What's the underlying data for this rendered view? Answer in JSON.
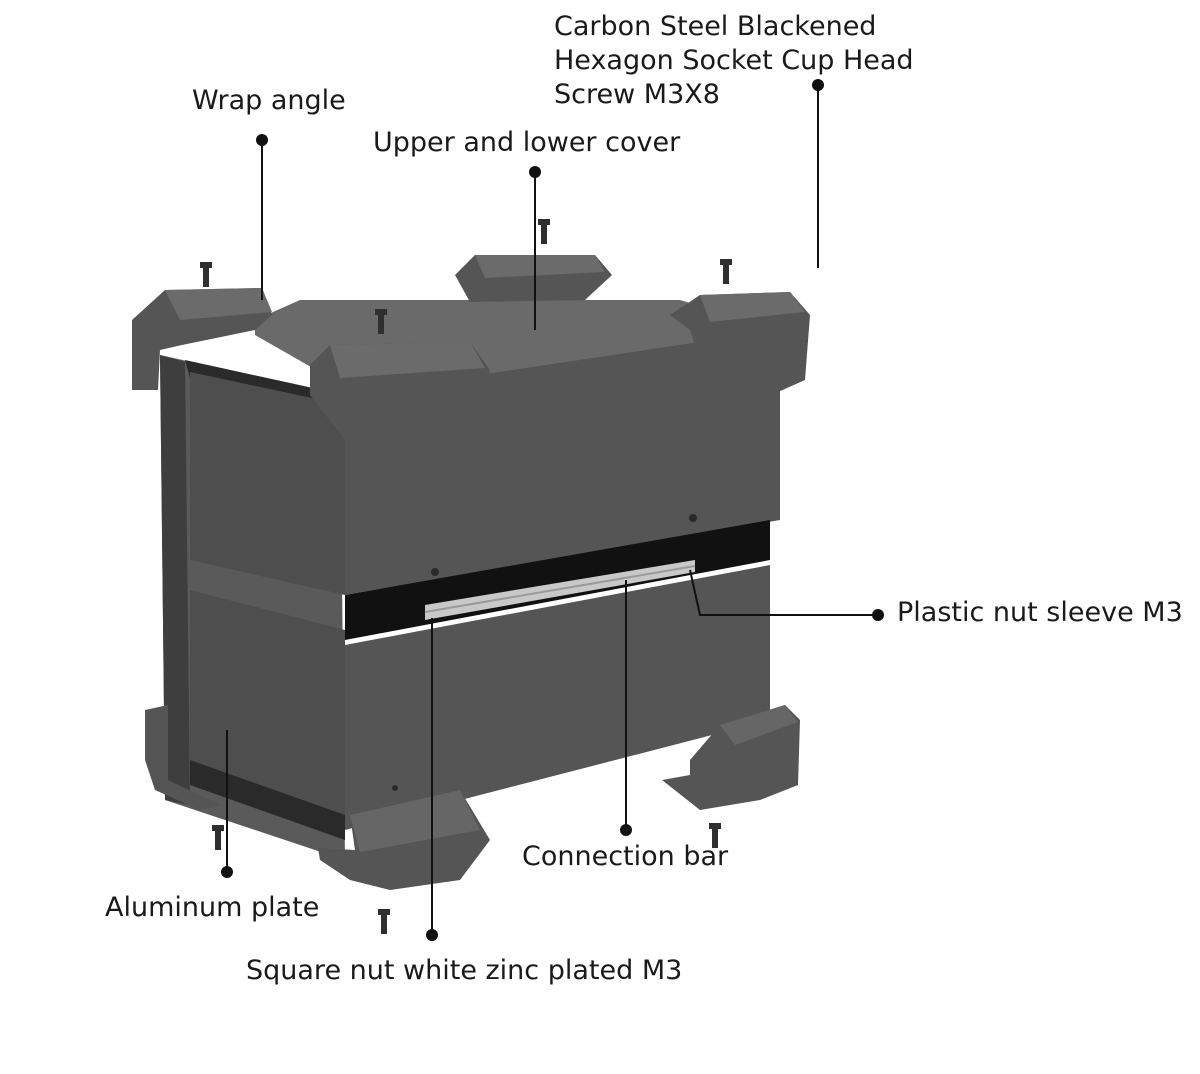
{
  "labels": {
    "screw_line1": "Carbon Steel Blackened",
    "screw_line2": "Hexagon Socket Cup Head",
    "screw_line3": "Screw M3X8",
    "wrap_angle": "Wrap angle",
    "upper_lower_cover": "Upper and lower cover",
    "plastic_nut_sleeve": "Plastic nut sleeve M3",
    "connection_bar": "Connection bar",
    "aluminum_plate": "Aluminum plate",
    "square_nut": "Square nut white zinc plated M3"
  },
  "colors": {
    "housing_dark": "#4a4a4a",
    "housing_mid": "#5c5c5c",
    "housing_light": "#6a6a6a",
    "cap": "#555555",
    "cap_top": "#666666",
    "gap": "#111111",
    "bar": "#c8c8c8",
    "leader": "#111111",
    "text": "#1a1a1a"
  }
}
